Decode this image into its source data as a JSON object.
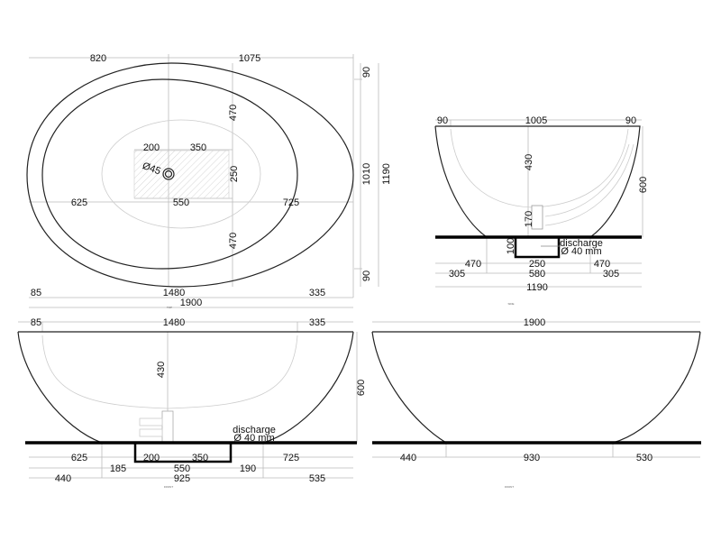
{
  "views": {
    "top": {
      "caption": "TOP",
      "dims": {
        "top_left": "820",
        "top_right": "1075",
        "rim_top": "90",
        "rim_bottom": "90",
        "inner_width": "1010",
        "outer_width": "1190",
        "upper_half": "470",
        "lower_half": "470",
        "drain_zone_height": "250",
        "drain_left": "200",
        "drain_right": "350",
        "left": "625",
        "drain_zone": "550",
        "right": "725",
        "drain_diameter": "Ø45",
        "bottom_left": "85",
        "bottom_mid": "1480",
        "bottom_right": "335",
        "total_length": "1900"
      }
    },
    "side": {
      "caption": "SIDE",
      "dims": {
        "rim_left": "90",
        "inner": "1005",
        "rim_right": "90",
        "depth": "430",
        "drain_height": "170",
        "height": "600",
        "pit_depth": "100",
        "discharge": "discharge",
        "discharge_size": "Ø 40 mm",
        "row1_left": "470",
        "row1_mid": "250",
        "row1_right": "470",
        "row2_left": "305",
        "row2_mid": "580",
        "row2_right": "305",
        "total": "1190"
      }
    },
    "front": {
      "caption": "FRONT",
      "dims": {
        "top_left": "85",
        "top_mid": "1480",
        "top_right": "335",
        "depth": "430",
        "height": "600",
        "discharge": "discharge",
        "discharge_size": "Ø 40 mm",
        "r1_a": "625",
        "r1_b": "200",
        "r1_c": "350",
        "r1_d": "725",
        "r2_a": "185",
        "r2_b": "550",
        "r2_c": "190",
        "r3_a": "440",
        "r3_b": "925",
        "r3_c": "535"
      }
    },
    "front_outer": {
      "caption": "FRONT",
      "dims": {
        "total": "1900",
        "left": "440",
        "mid": "930",
        "right": "530"
      }
    }
  }
}
